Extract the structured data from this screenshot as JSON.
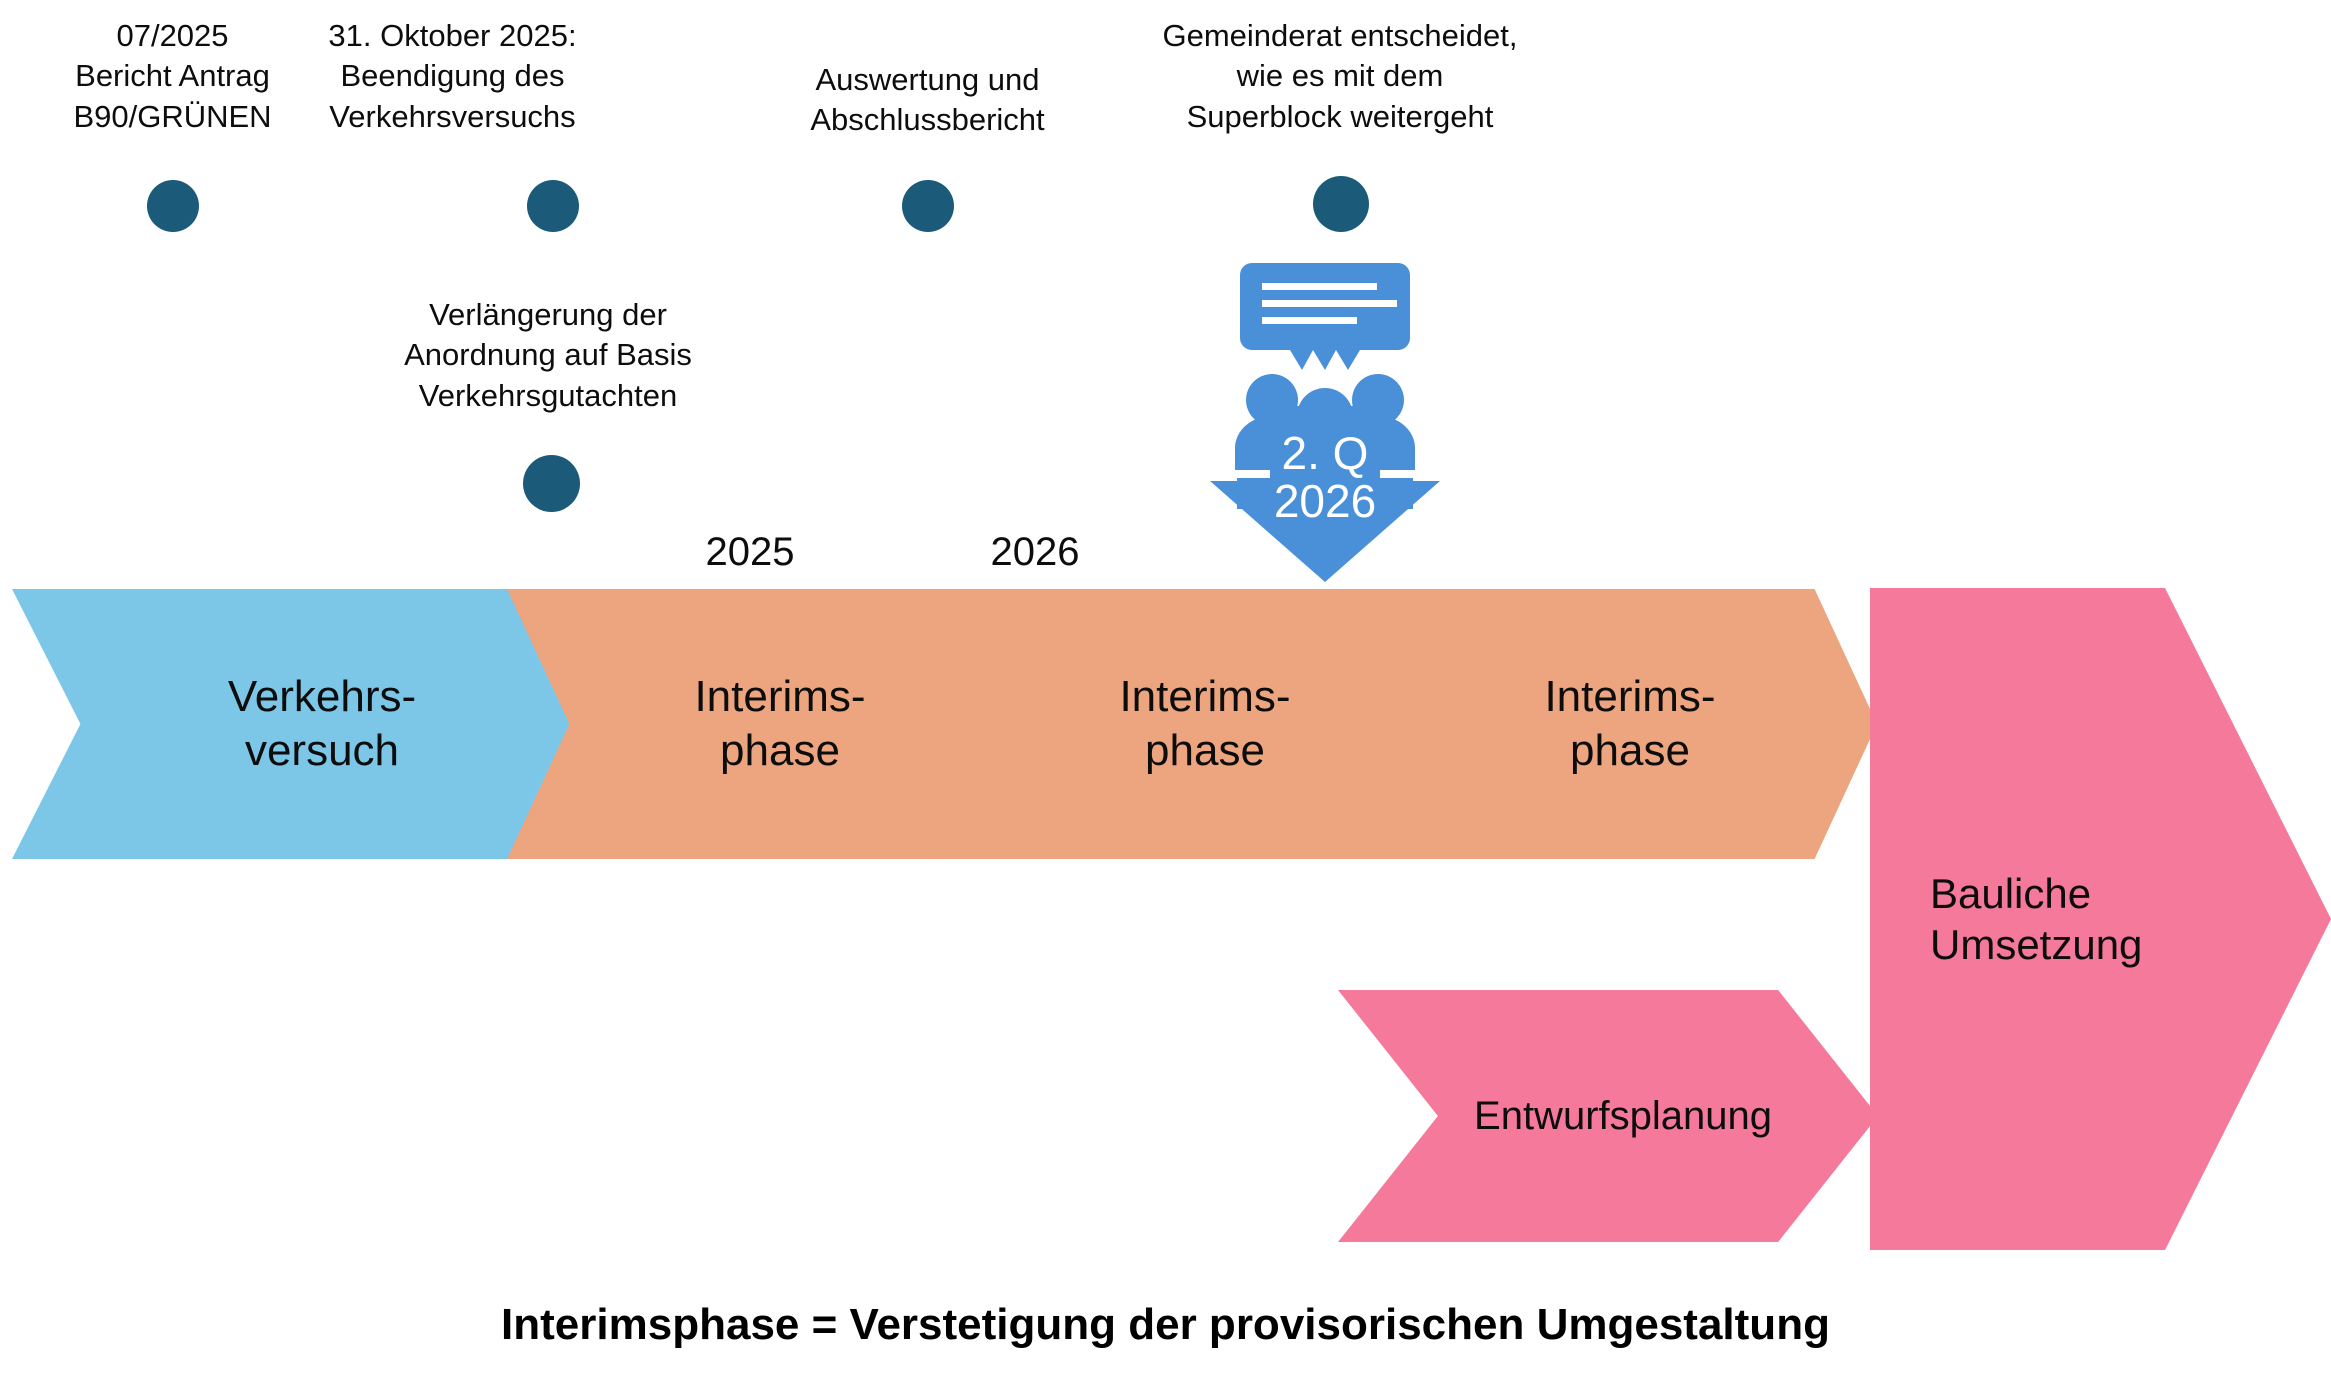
{
  "diagram": {
    "title": "Superblock Zeitstrahl",
    "colors": {
      "dot": "#1b5a78",
      "phase_traffic_trial": "#7cc7e8",
      "phase_interim": "#eda57f",
      "phase_build": "#f4799a",
      "icon_blue": "#4a90d9",
      "text": "#0d0d0d",
      "background": "#ffffff"
    }
  },
  "milestones": [
    {
      "id": "m1",
      "text": "07/2025\nBericht Antrag\nB90/GRÜNEN"
    },
    {
      "id": "m2",
      "text": "31. Oktober 2025:\nBeendigung des\nVerkehrsversuchs"
    },
    {
      "id": "m3",
      "text": "Auswertung und\nAbschlussbericht"
    },
    {
      "id": "m4",
      "text": "Gemeinderat entscheidet,\nwie es mit dem\nSuperblock weitergeht"
    }
  ],
  "secondary_milestones": [
    {
      "id": "s1",
      "text": "Verlängerung der\nAnordnung auf Basis\nVerkehrsgutachten"
    }
  ],
  "years": [
    {
      "id": "y1",
      "label": "2025"
    },
    {
      "id": "y2",
      "label": "2026"
    }
  ],
  "decision_callout": {
    "icon_name": "meeting-discussion-icon",
    "arrow_line1": "2. Q",
    "arrow_line2": "2026"
  },
  "phases": [
    {
      "id": "p1",
      "label": "Verkehrs-\nversuch",
      "color": "#7cc7e8"
    },
    {
      "id": "p2",
      "label": "Interims-\nphase",
      "color": "#eda57f"
    },
    {
      "id": "p3",
      "label": "Interims-\nphase",
      "color": "#eda57f"
    },
    {
      "id": "p4",
      "label": "Interims-\nphase",
      "color": "#eda57f"
    }
  ],
  "planning": {
    "label": "Entwurfsplanung",
    "color": "#f4799a"
  },
  "construction": {
    "label": "Bauliche\nUmsetzung",
    "color": "#f4799a"
  },
  "footer": {
    "caption": "Interimsphase = Verstetigung der provisorischen Umgestaltung"
  }
}
